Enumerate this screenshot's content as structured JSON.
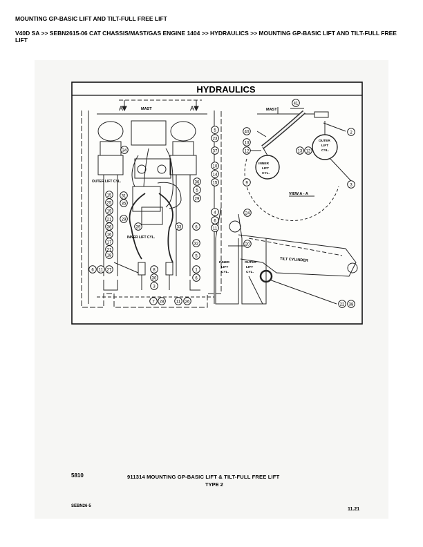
{
  "page": {
    "title": "MOUNTING GP-BASIC LIFT AND TILT-FULL FREE LIFT",
    "breadcrumb": "V40D SA >> SEBN2615-06 CAT CHASSIS/MAST/GAS ENGINE 1404 >> HYDRAULICS >> MOUNTING GP-BASIC LIFT AND TILT-FULL FREE LIFT"
  },
  "diagram": {
    "header": "HYDRAULICS",
    "labels": {
      "mast": "MAST",
      "mast_view": "MAST",
      "section_a": "A",
      "outer_lift_cyl": "OUTER LIFT CYL.",
      "inner_lift_cyl": "INNER LIFT CYL.",
      "view_aa": "VIEW A - A",
      "tilt_cylinder": "TILT CYLINDER",
      "inner_lift_cyl_2": "INNER LIFT CYL.",
      "outer_lift_cyl_2": "OUTER LIFT CYL.",
      "inner_view": "INNER LIFT CYL.",
      "outer_view": "OUTER LIFT CYL."
    },
    "callouts": [
      "5",
      "23",
      "37",
      "10",
      "14",
      "15",
      "36",
      "5",
      "29",
      "4",
      "6",
      "11",
      "34",
      "31",
      "35",
      "15",
      "25",
      "19",
      "21",
      "36",
      "16",
      "17",
      "21",
      "29",
      "39",
      "33",
      "6",
      "32",
      "5",
      "1",
      "6",
      "18",
      "6",
      "11",
      "27",
      "8",
      "30",
      "3",
      "7",
      "28",
      "11",
      "26",
      "41",
      "2",
      "40",
      "13",
      "12",
      "13",
      "12",
      "9",
      "3",
      "24",
      "20",
      "22",
      "38"
    ]
  },
  "caption": {
    "code": "5810",
    "title": "911314 MOUNTING GP-BASIC LIFT & TILT-FULL FREE LIFT",
    "type": "TYPE 2",
    "doc": "SEBN26·5",
    "page": "11.21"
  }
}
